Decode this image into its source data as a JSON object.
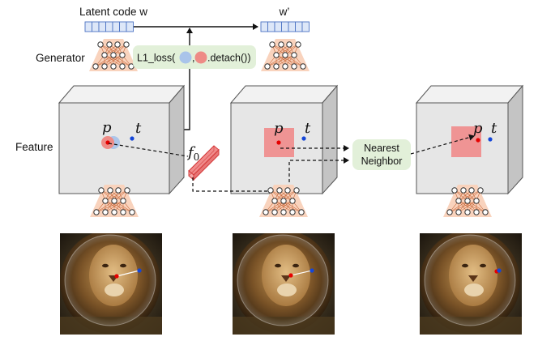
{
  "labels": {
    "latent_code": "Latent code w",
    "latent_code_prime": "w’",
    "generator": "Generator",
    "feature": "Feature"
  },
  "loss": {
    "prefix": "L1_loss(",
    "separator": ",",
    "suffix": ".detach())"
  },
  "nearest_neighbor": {
    "line1": "Nearest",
    "line2": "Neighbor"
  },
  "symbols": {
    "p": "p",
    "t": "t",
    "f0": "f",
    "f0_sub": "0"
  },
  "colors": {
    "cube_front": "#e6e6e6",
    "cube_side": "#c4c4c4",
    "cube_top": "#f2f2f2",
    "generator_fill": "#f9d3bd",
    "latent_fill": "#dde7f8",
    "latent_stroke": "#4b72c2",
    "loss_box": "#e2f0d9",
    "handle_red": "#e60000",
    "target_blue": "#1446d8",
    "patch_red": "#f08b8b",
    "blob_blue": "#a9c4ea",
    "blob_red": "#ee8b86"
  }
}
